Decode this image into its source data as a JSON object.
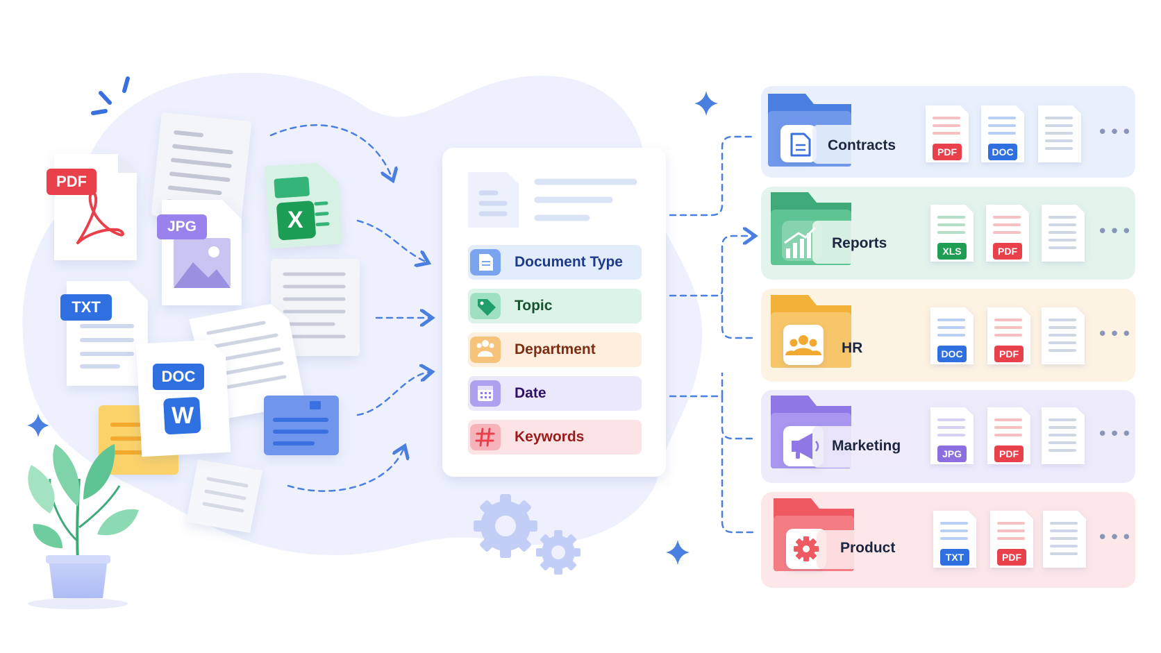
{
  "source_files": {
    "pdf": "PDF",
    "jpg": "JPG",
    "txt": "TXT",
    "doc": "DOC",
    "excel_letter": "X",
    "word_letter": "W"
  },
  "criteria": [
    {
      "label": "Document Type",
      "color": "#1e3a8a",
      "bg": "#e3ecfb",
      "icon": "document-icon"
    },
    {
      "label": "Topic",
      "color": "#14532d",
      "bg": "#dcf3ea",
      "icon": "tag-icon"
    },
    {
      "label": "Department",
      "color": "#7c2d12",
      "bg": "#fdeede",
      "icon": "people-icon"
    },
    {
      "label": "Date",
      "color": "#2e1065",
      "bg": "#ebe8fb",
      "icon": "calendar-icon"
    },
    {
      "label": "Keywords",
      "color": "#991b1b",
      "bg": "#fbe3e6",
      "icon": "hash-icon"
    }
  ],
  "folders": [
    {
      "name": "Contracts",
      "color": "#4a7fe0",
      "bg": "#e9f0fc",
      "icon": "document-icon",
      "files": [
        "PDF",
        "DOC"
      ],
      "more": "•••"
    },
    {
      "name": "Reports",
      "color": "#3fa97a",
      "bg": "#e3f4ec",
      "icon": "bar-chart-icon",
      "files": [
        "XLS",
        "PDF"
      ],
      "more": "•••"
    },
    {
      "name": "HR",
      "color": "#f2b23a",
      "bg": "#fdf3e2",
      "icon": "people-icon",
      "files": [
        "DOC",
        "PDF"
      ],
      "more": "•••"
    },
    {
      "name": "Marketing",
      "color": "#8f78e6",
      "bg": "#eeebfb",
      "icon": "megaphone-icon",
      "files": [
        "JPG",
        "PDF"
      ],
      "more": "•••"
    },
    {
      "name": "Product",
      "color": "#ef5a62",
      "bg": "#fde7e8",
      "icon": "gear-icon",
      "files": [
        "TXT",
        "PDF"
      ],
      "more": "•••"
    }
  ],
  "badge_colors": {
    "PDF": "#e8414b",
    "DOC": "#2f6fe0",
    "XLS": "#1f9d55",
    "JPG": "#8b6fe0",
    "TXT": "#2f6fe0"
  },
  "colors": {
    "accent": "#4a7fe0",
    "blob": "#eef1fd"
  }
}
